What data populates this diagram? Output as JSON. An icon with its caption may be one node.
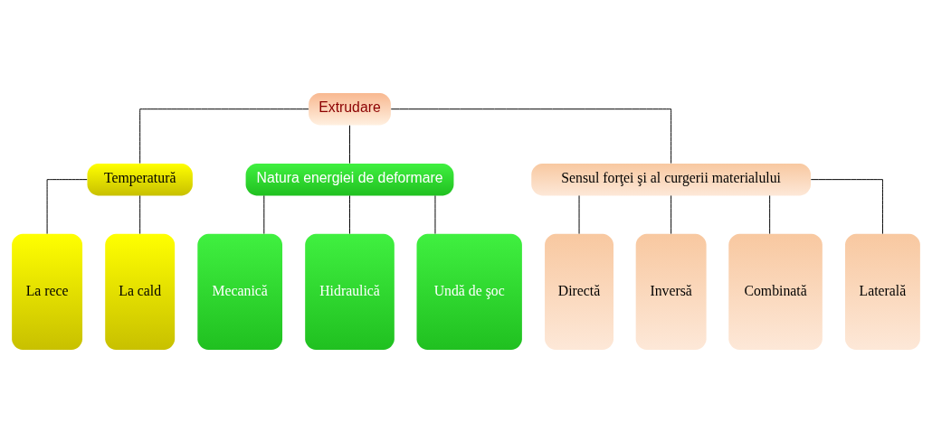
{
  "diagram": {
    "nodes": [
      {
        "text": [
          "Extrudare"
        ]
      },
      {
        "text": [
          "Temperatură"
        ]
      },
      {
        "text": [
          "Natura energiei de deformare"
        ]
      },
      {
        "text": [
          "Sensul forţei şi al curgerii materialului"
        ]
      },
      {
        "text": [
          "La rece"
        ]
      },
      {
        "text": [
          "La cald"
        ]
      },
      {
        "text": [
          "Mecanică"
        ]
      },
      {
        "text": [
          "Hidraulică"
        ]
      },
      {
        "text": [
          "Undă de şoc"
        ]
      },
      {
        "text": [
          "Directă"
        ]
      },
      {
        "text": [
          "Inversă"
        ]
      },
      {
        "text": [
          "Combinată"
        ]
      },
      {
        "text": [
          "Laterală"
        ]
      }
    ],
    "edges": [
      {
        "from": 0,
        "to": 1,
        "arrow": "none"
      },
      {
        "from": 0,
        "to": 2,
        "arrow": "none"
      },
      {
        "from": 0,
        "to": 3,
        "arrow": "none"
      },
      {
        "from": 1,
        "to": 4,
        "arrow": "none"
      },
      {
        "from": 1,
        "to": 5,
        "arrow": "none"
      },
      {
        "from": 2,
        "to": 6,
        "arrow": "none"
      },
      {
        "from": 2,
        "to": 7,
        "arrow": "none"
      },
      {
        "from": 2,
        "to": 8,
        "arrow": "none"
      },
      {
        "from": 3,
        "to": 9,
        "arrow": "none"
      },
      {
        "from": 3,
        "to": 10,
        "arrow": "none"
      },
      {
        "from": 3,
        "to": 11,
        "arrow": "none"
      },
      {
        "from": 3,
        "to": 12,
        "arrow": "none"
      }
    ]
  }
}
